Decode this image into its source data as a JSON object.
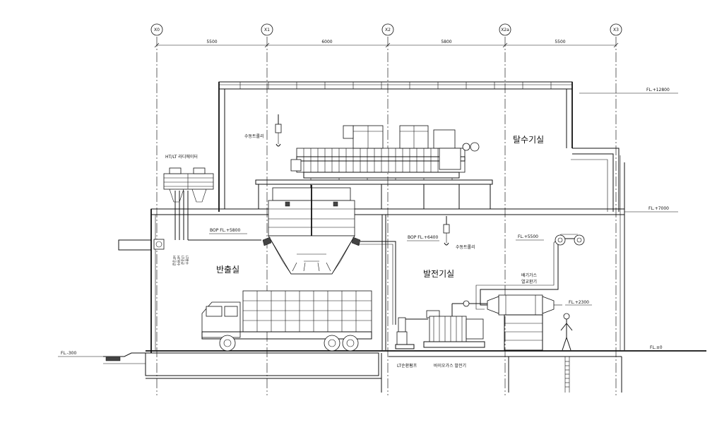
{
  "grid_axes": [
    "X0",
    "X1",
    "X2",
    "X2a",
    "X3"
  ],
  "spans": [
    "5500",
    "6000",
    "5800",
    "5500"
  ],
  "levels": {
    "roof": "FL.+12800",
    "floor2": "FL.+7000",
    "ground": "FL.±0",
    "ramp": "FL.-300",
    "duct1": "FL.+5500",
    "duct2": "FL.+2300",
    "bop_left": "BOP FL.+5800",
    "bop_right": "BOP FL.+6400"
  },
  "rooms": {
    "dewatering": "탈수기실",
    "loadout": "반출실",
    "generator": "발전기실"
  },
  "equipment": {
    "hoist_upper": "수동트롤리",
    "hoist_lower": "수동트롤리",
    "radiator": "HT/LT 라디에이터",
    "exhaust_cooler_1": "배기가스",
    "exhaust_cooler_2": "열교환기",
    "pipes": [
      "HT공급",
      "HT환수",
      "LT공급",
      "LT환수"
    ],
    "pit_label_1": "LT순환펌프",
    "pit_label_2": "바이오가스 발전기"
  }
}
